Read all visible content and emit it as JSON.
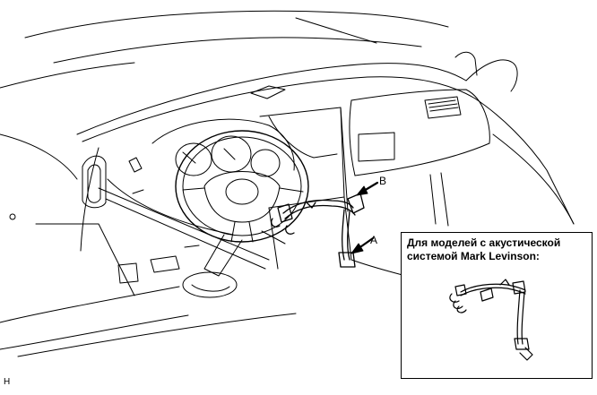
{
  "callouts": {
    "a": "A",
    "b": "B"
  },
  "figure_code": "H",
  "inset": {
    "title_line1": "Для моделей с акустической",
    "title_line2": "системой Mark Levinson:"
  }
}
